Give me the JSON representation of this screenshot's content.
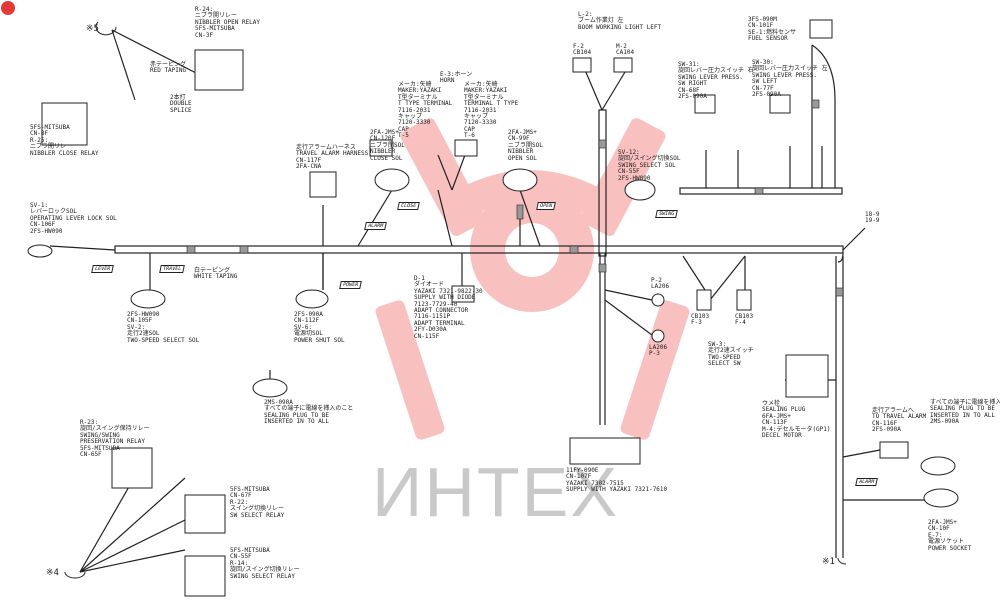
{
  "watermark": {
    "text": "ИНТЕХ"
  },
  "colors": {
    "line": "#222222",
    "watermark_logo": "#f26a6a",
    "watermark_text": "#c8c8c8"
  },
  "harness": {
    "trunk_tags": [
      "LEVER",
      "TRAVEL",
      "ALARM",
      "CLOSE",
      "OPEN",
      "SWING",
      "POWER",
      "ALARM"
    ],
    "connectors": [
      {
        "id": "r24",
        "lines": [
          "R-24:",
          "ニブラ開リレー",
          "NIBBLER OPEN RELAY",
          "5FS-MITSUBA",
          "CN-3F"
        ]
      },
      {
        "id": "r25",
        "lines": [
          "5FS-MITSUBA",
          "CN-8F",
          "R-25:",
          "ニブラ閉リレー",
          "NIBBLER CLOSE RELAY"
        ]
      },
      {
        "id": "e3",
        "lines": [
          "E-3:ホーン",
          "HORN"
        ]
      },
      {
        "id": "term1",
        "lines": [
          "メーカ:矢崎",
          "MAKER:YAZAKI",
          "T型ターミナル",
          "T TYPE TERMINAL",
          "7116-2031",
          "キャップ",
          "7120-3330",
          "CAP",
          "T-5"
        ]
      },
      {
        "id": "term2",
        "lines": [
          "メーカ:矢崎",
          "MAKER:YAZAKI",
          "T型ターミナル",
          "TERMINAL T TYPE",
          "7116-2031",
          "キャップ",
          "7120-3330",
          "CAP",
          "T-6"
        ]
      },
      {
        "id": "l2",
        "lines": [
          "L-2:",
          "ブーム作業灯 左",
          "BOOM WORKING LIGHT LEFT"
        ]
      },
      {
        "id": "f2",
        "lines": [
          "F-2",
          "CB104"
        ]
      },
      {
        "id": "m2",
        "lines": [
          "M-2",
          "CA104"
        ]
      },
      {
        "id": "sfe1",
        "lines": [
          "3FS-090M",
          "CN-101F",
          "SE-1:燃料センサ",
          "FUEL SENSOR"
        ]
      },
      {
        "id": "sw31",
        "lines": [
          "SW-31:",
          "旋回レバー圧力スイッチ 右",
          "SWING LEVER PRESS.",
          "SW RIGHT",
          "CN-68F",
          "2FS-090A"
        ]
      },
      {
        "id": "sw30",
        "lines": [
          "SW-30:",
          "旋回レバー圧力スイッチ 左",
          "SWING LEVER PRESS.",
          "SW LEFT",
          "CN-77F",
          "2FS-090A"
        ]
      },
      {
        "id": "cn117",
        "lines": [
          "走行アラームハーネス",
          "TRAVEL ALARM HARNESS",
          "CN-117F",
          "2FA-CNA"
        ]
      },
      {
        "id": "sv4",
        "lines": [
          "2FA-JMS+",
          "CN-120F",
          "ニブラ閉SOL",
          "NIBBLER",
          "CLOSE SOL"
        ]
      },
      {
        "id": "sv5",
        "lines": [
          "2FA-JMS+",
          "CN-99F",
          "ニブラ開SOL",
          "NIBBLER",
          "OPEN SOL"
        ]
      },
      {
        "id": "sv12",
        "lines": [
          "SV-12:",
          "旋回/スイング切換SOL",
          "SWING SELECT SOL",
          "CN-55F",
          "2FS-HW090"
        ]
      },
      {
        "id": "sv1",
        "lines": [
          "SV-1:",
          "レバーロックSOL",
          "OPERATING LEVER LOCK SOL",
          "CN-106F",
          "2FS-HW090"
        ]
      },
      {
        "id": "sv2",
        "lines": [
          "2FS-HW090",
          "CN-105F",
          "SV-2:",
          "走行2速SOL",
          "TWO-SPEED SELECT SOL"
        ]
      },
      {
        "id": "sv6",
        "lines": [
          "2FS-090A",
          "CN-112F",
          "SV-6:",
          "電源切SOL",
          "POWER SHUT SOL"
        ]
      },
      {
        "id": "d1",
        "lines": [
          "D-1",
          "ダイオード",
          "YAZAKI 7321-9822-30",
          "SUPPLY WITH DIODE",
          "7123-7729-40",
          "ADAPT CONNECTOR",
          "7116-1151P",
          "ADAPT TERMINAL",
          "2FY-D030A",
          "CN-115F"
        ]
      },
      {
        "id": "cn2ms",
        "lines": [
          "2MS-090A",
          "すべての端子に電線を挿入のこと",
          "SEALING PLUG TO BE",
          "INSERTED IN TO ALL"
        ]
      },
      {
        "id": "cn107",
        "lines": [
          "11FY-090E",
          "CN-107F",
          "YAZAKI 7302-7515",
          "SUPPLY WITH YAZAKI 7321-7610"
        ]
      },
      {
        "id": "p2",
        "lines": [
          "P-2",
          "LA206"
        ]
      },
      {
        "id": "p3",
        "lines": [
          "LA206",
          "P-3"
        ]
      },
      {
        "id": "sw3",
        "lines": [
          "SW-3:",
          "走行2速スイッチ",
          "TWO-SPEED",
          "SELECT SW"
        ]
      },
      {
        "id": "f3",
        "lines": [
          "CB103",
          "F-3"
        ]
      },
      {
        "id": "f4",
        "lines": [
          "CB103",
          "F-4"
        ]
      },
      {
        "id": "cn113",
        "lines": [
          "ウメ栓",
          "SEALING PLUG",
          "6FA-JMS+",
          "CN-113F",
          "M-4:デセルモータ(GP1)",
          "DECEL MOTOR"
        ]
      },
      {
        "id": "cn116",
        "lines": [
          "走行アラームへ",
          "TO TRAVEL ALARM",
          "CN-116F",
          "2FS-090A"
        ]
      },
      {
        "id": "cn2ms2",
        "lines": [
          "すべての端子に電線を挿入のこと",
          "SEALING PLUG TO BE",
          "INSERTED IN TO ALL",
          "2MS-090A"
        ]
      },
      {
        "id": "e7",
        "lines": [
          "2FA-JMS+",
          "CN-10F",
          "E-7:",
          "電源ソケット",
          "POWER SOCKET"
        ]
      },
      {
        "id": "r23",
        "lines": [
          "R-23:",
          "旋回/スイング保持リレー",
          "SWING/SWING",
          "PRESERVATION RELAY",
          "5FS-MITSUBA",
          "CN-65F"
        ]
      },
      {
        "id": "r22",
        "lines": [
          "5FS-MITSUBA",
          "CN-67F",
          "R-22:",
          "スイング切換リレー",
          "SW SELECT RELAY"
        ]
      },
      {
        "id": "r14",
        "lines": [
          "5FS-MITSUBA",
          "CN-55F",
          "R-14:",
          "旋回/スイング切換リレー",
          "SWING SELECT RELAY"
        ]
      },
      {
        "id": "wire18",
        "lines": [
          "18-9",
          "19-9"
        ]
      }
    ],
    "notes": {
      "ref5": "※5",
      "ref4": "※4",
      "ref1": "※1",
      "white_taping": [
        "白テーピング",
        "WHITE TAPING"
      ],
      "red_taping": [
        "赤テーピング",
        "RED TAPING"
      ],
      "double_splice": [
        "2本打",
        "DOUBLE",
        "SPLICE"
      ]
    }
  }
}
